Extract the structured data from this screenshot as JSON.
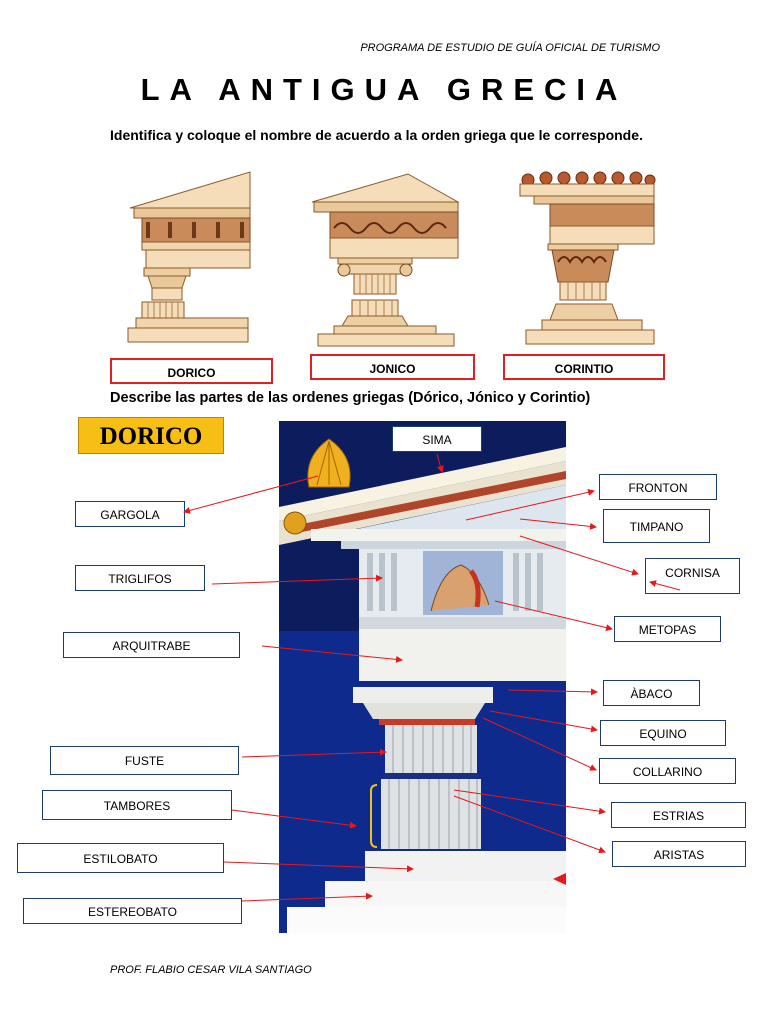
{
  "header": {
    "program": "PROGRAMA DE ESTUDIO DE GUÍA OFICIAL DE TURISMO",
    "title": "LA ANTIGUA GRECIA"
  },
  "instruction": "Identifica y coloque el nombre de acuerdo a la orden griega que le corresponde.",
  "orders": [
    {
      "name": "DORICO",
      "icon": "doric-column-icon"
    },
    {
      "name": "JONICO",
      "icon": "ionic-column-icon"
    },
    {
      "name": "CORINTIO",
      "icon": "corinthian-column-icon"
    }
  ],
  "section": {
    "subtitle": "Describe las partes de las ordenes griegas (Dórico, Jónico y Corintio)",
    "badge": "DORICO"
  },
  "labels_left": [
    "GARGOLA",
    "TRIGLIFOS",
    "ARQUITRABE",
    "FUSTE",
    "TAMBORES",
    "ESTILOBATO",
    "ESTEREOBATO"
  ],
  "labels_right": [
    "SIMA",
    "FRONTON",
    "TIMPANO",
    "CORNISA",
    "METOPAS",
    "ÀBACO",
    "EQUINO",
    "COLLARINO",
    "ESTRIAS",
    "ARISTAS"
  ],
  "footer": "PROF. FLABIO CESAR VILA SANTIAGO",
  "colors": {
    "badge": "#f7bf14",
    "answer_border": "#e02020",
    "label_border": "#1c3b6e",
    "arrow": "#e8171c",
    "sky": "#0d2a8c"
  }
}
